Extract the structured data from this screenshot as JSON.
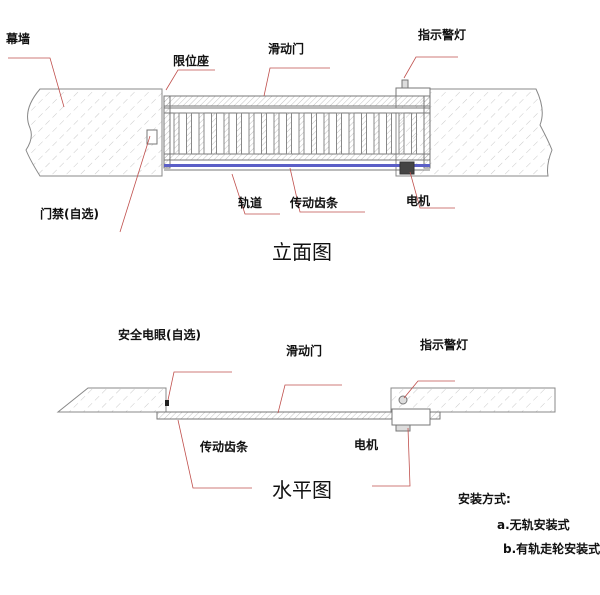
{
  "elevation": {
    "title": "立面图",
    "labels": {
      "wall": "幕墙",
      "limit_seat": "限位座",
      "sliding_gate": "滑动门",
      "warning_light": "指示警灯",
      "access_control": "门禁(自选)",
      "track": "轨道",
      "gear_rack": "传动齿条",
      "motor": "电机"
    }
  },
  "plan": {
    "title": "水平图",
    "labels": {
      "safety_eye": "安全电眼(自选)",
      "sliding_gate": "滑动门",
      "warning_light": "指示警灯",
      "gear_rack": "传动齿条",
      "motor": "电机"
    }
  },
  "install": {
    "heading": "安装方式:",
    "options": [
      "a.无轨安装式",
      "b.有轨走轮安装式"
    ]
  },
  "colors": {
    "leader": "#c0504d",
    "rack": "#5b5fc7",
    "line": "#777777"
  }
}
